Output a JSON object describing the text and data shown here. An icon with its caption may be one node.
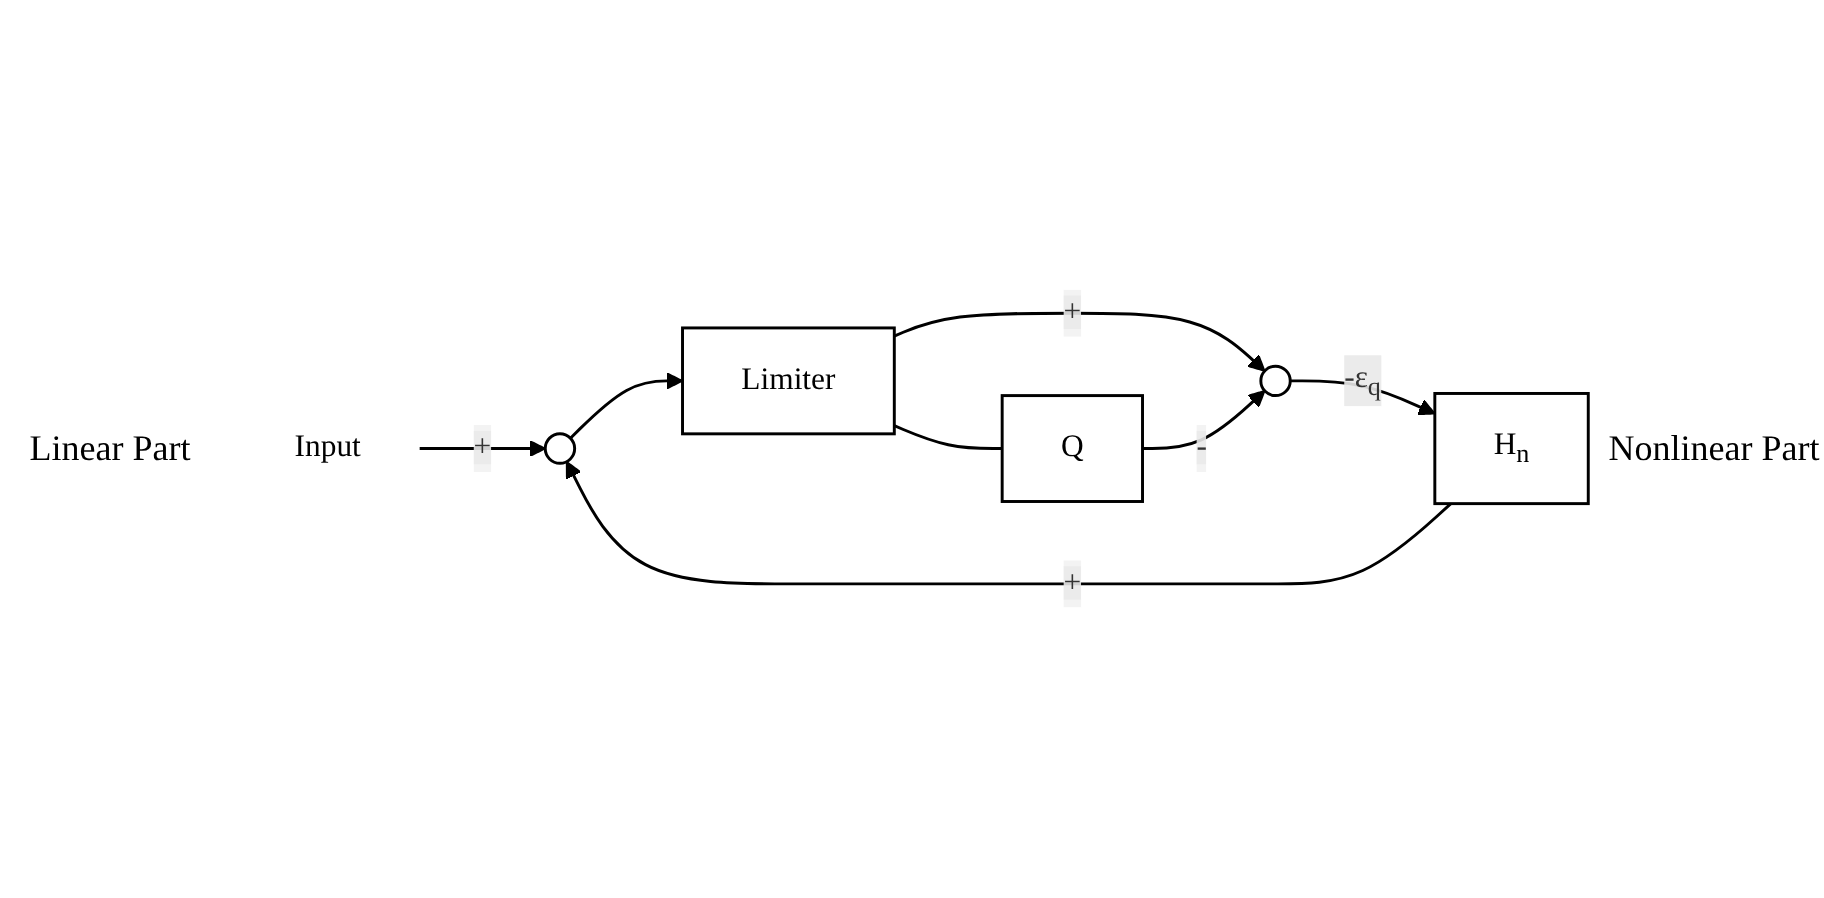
{
  "diagram": {
    "nodes": [
      {
        "text": [
          "Input"
        ]
      },
      {
        "text": [],
        "shape": "circle"
      },
      {
        "text": [
          "Limiter"
        ]
      },
      {
        "text": [
          "Q"
        ]
      },
      {
        "text": [],
        "shape": "circle"
      },
      {
        "text": [
          "H$_{n}$"
        ]
      }
    ],
    "edges": [
      {
        "from": 0,
        "to": 1,
        "arrow": "to",
        "label": "+"
      },
      {
        "from": 1,
        "to": 2,
        "arrow": "to"
      },
      {
        "from": 2,
        "to": 3,
        "arrow": "none"
      },
      {
        "from": 2,
        "to": 4,
        "arrow": "to",
        "label": "+"
      },
      {
        "from": 3,
        "to": 4,
        "arrow": "to",
        "label": "-"
      },
      {
        "from": 4,
        "to": 5,
        "arrow": "to",
        "label": "-ε$_{q}$"
      },
      {
        "from": 5,
        "to": 1,
        "arrow": "to",
        "label": "+"
      }
    ],
    "labels": [
      "Linear Part",
      "Nonlinear Part"
    ]
  }
}
